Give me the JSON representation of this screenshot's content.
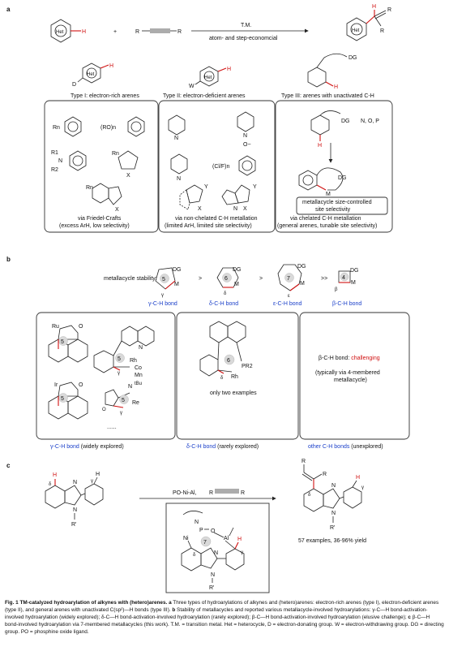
{
  "panel_a": {
    "label": "a",
    "reagent": "T.M.",
    "condition": "atom- and step-economcial",
    "het": "Het",
    "r": "R",
    "h": "H",
    "d": "D",
    "w": "W",
    "dg": "DG",
    "m": "M",
    "plus": "+",
    "type1": "Type I: electron-rich arenes",
    "type2": "Type II: electron-deficient arenes",
    "type3": "Type III: arenes with unactivated C-H",
    "rn": "Rn",
    "ro": "(RO)n",
    "r1": "R1",
    "r2": "R2",
    "n": "N",
    "x": "X",
    "y": "Y",
    "o_minus": "O−",
    "clf": "(Cl/F)n",
    "nop": "N, O, P",
    "mc_note1": "metallacycle size-controlled",
    "mc_note2": "site selectivity",
    "via1a": "via Friedel-Crafts",
    "via1b": "(excess ArH, low selectivity)",
    "via2a": "via non-chelated C-H metallation",
    "via2b": "(limited ArH, limited site selectivity)",
    "via3a": "via chelated C-H metallation",
    "via3b": "(general arenes, tunable site selectivity)"
  },
  "panel_b": {
    "label": "b",
    "stability": "metallacycle stability:",
    "gt": ">",
    "gtgt": ">>",
    "ring5": "5",
    "ring6": "6",
    "ring7": "7",
    "ring4": "4",
    "gamma": "γ",
    "delta": "δ",
    "eps": "ε",
    "beta": "β",
    "bond_gamma": "γ-C-H bond",
    "bond_delta": "δ-C-H bond",
    "bond_eps": "ε-C-H bond",
    "bond_beta": "β-C-H bond",
    "ru": "Ru",
    "rh": "Rh",
    "co": "Co",
    "mn": "Mn",
    "ir": "Ir",
    "re": "Re",
    "o": "O",
    "tbu": "tBu",
    "pr2": "PR2",
    "dots": "......",
    "only_two": "only two examples",
    "beta_text": "β-C-H bond: ",
    "challenging": "challenging",
    "typ1": "(typically via 4-membered",
    "typ2": "metallacycle)",
    "foot1_blue": "γ-C-H bond",
    "foot1_rest": " (widely explored)",
    "foot2_blue": "δ-C-H bond",
    "foot2_rest": " (rarely explored)",
    "foot3_blue": "other C-H bonds",
    "foot3_rest": " (unexplored)"
  },
  "panel_c": {
    "label": "c",
    "reagent": "PO-Ni-Al,",
    "r": "R",
    "n": "N",
    "rp": "R'",
    "h": "H",
    "p": "P",
    "o": "O",
    "ni": "Ni",
    "al": "Al",
    "ring7": "7",
    "delta": "δ",
    "gamma": "γ",
    "result": "57 examples, 36-96% yield"
  },
  "caption": {
    "title": "Fig. 1 TM-catalyzed hydroarylation of alkynes with (hetero)arenes.",
    "a": "a",
    "text_a": " Three types of hydroarylations of alkynes and (hetero)arenes: electron-rich arenes (type I), electron-deficient arenes (type II), and general arenes with unactivated C(sp²)—H bonds (type III). ",
    "b": "b",
    "text_b": " Stability of metallacycles and reported various metallacycle-involved hydroarylations: γ-C—H bond-activation-involved hydroarylation (widely explored); δ-C—H bond-activation-involved hydroarylation (rarely explored); β-C—H bond-activation-involved hydroarylation (elusive challenge); ",
    "c": "c",
    "text_c": " β-C—H bond-involved hydroarylation via 7-membered metallacycles (this work). T.M. = transition metal. Het = heterocycle, D = electron-donating group. W = electron-withdrawing group. DG = directing group. PO = phosphine oxide ligand."
  }
}
